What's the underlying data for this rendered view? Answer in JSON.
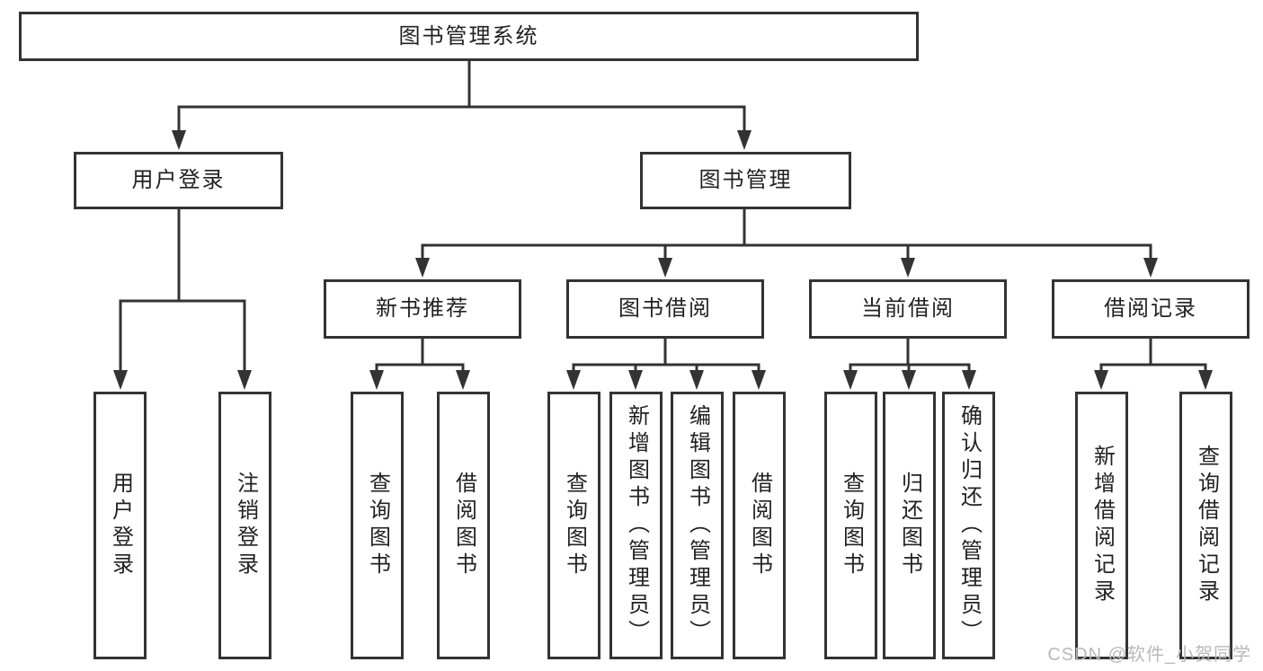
{
  "diagram_title": "图书管理系统",
  "colors": {
    "line": "#333333",
    "box_border": "#333333",
    "text": "#222222",
    "background": "#ffffff",
    "watermark": "#b9b9b9"
  },
  "watermark": {
    "text": "CSDN @软件_小贺同学"
  },
  "tree": {
    "root": {
      "label": "图书管理系统"
    },
    "branches": [
      {
        "label": "用户登录",
        "children": [
          {
            "label": "用户登录"
          },
          {
            "label": "注销登录"
          }
        ]
      },
      {
        "label": "图书管理",
        "children": [
          {
            "label": "新书推荐",
            "children": [
              {
                "label": "查询图书"
              },
              {
                "label": "借阅图书"
              }
            ]
          },
          {
            "label": "图书借阅",
            "children": [
              {
                "label": "查询图书"
              },
              {
                "label": "新增图书（管理员）"
              },
              {
                "label": "编辑图书（管理员）"
              },
              {
                "label": "借阅图书"
              }
            ]
          },
          {
            "label": "当前借阅",
            "children": [
              {
                "label": "查询图书"
              },
              {
                "label": "归还图书"
              },
              {
                "label": "确认归还（管理员）"
              }
            ]
          },
          {
            "label": "借阅记录",
            "children": [
              {
                "label": "新增借阅记录"
              },
              {
                "label": "查询借阅记录"
              }
            ]
          }
        ]
      }
    ]
  }
}
